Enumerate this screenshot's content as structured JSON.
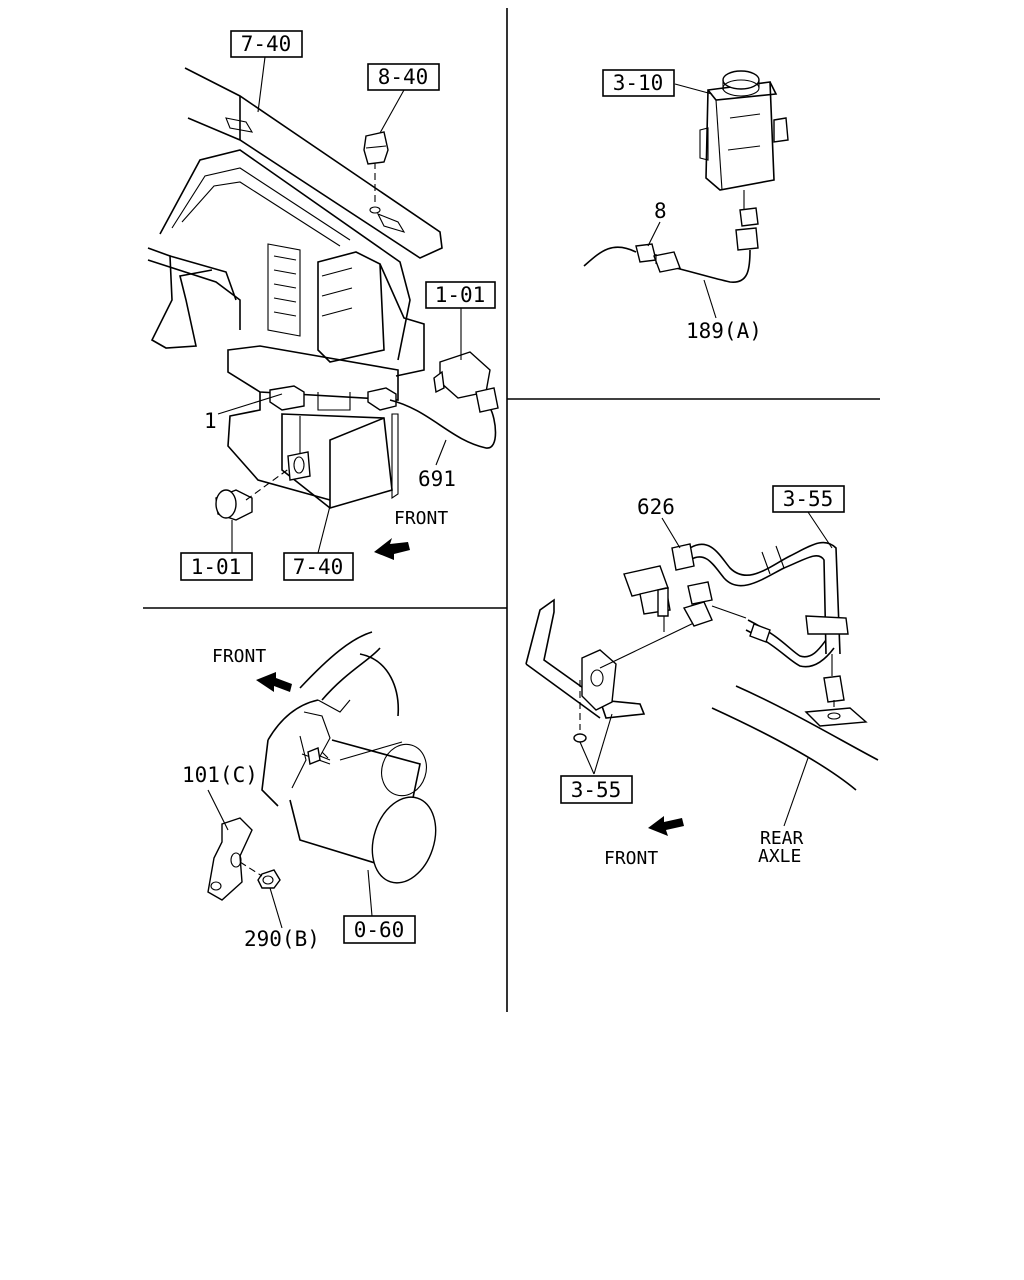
{
  "panel_top_left": {
    "ref_7_40_top": "7-40",
    "ref_8_40": "8-40",
    "ref_1_01_right": "1-01",
    "part_1": "1",
    "part_691": "691",
    "front": "FRONT",
    "ref_1_01_bottom": "1-01",
    "ref_7_40_bottom": "7-40"
  },
  "panel_top_right": {
    "ref_3_10": "3-10",
    "part_8": "8",
    "part_189a": "189(A)"
  },
  "panel_bottom_left": {
    "front": "FRONT",
    "part_101c": "101(C)",
    "part_290b": "290(B)",
    "ref_0_60": "0-60"
  },
  "panel_bottom_right": {
    "part_626": "626",
    "ref_3_55_top": "3-55",
    "ref_3_55_bottom": "3-55",
    "front": "FRONT",
    "rear_axle_line1": "REAR",
    "rear_axle_line2": "AXLE"
  }
}
